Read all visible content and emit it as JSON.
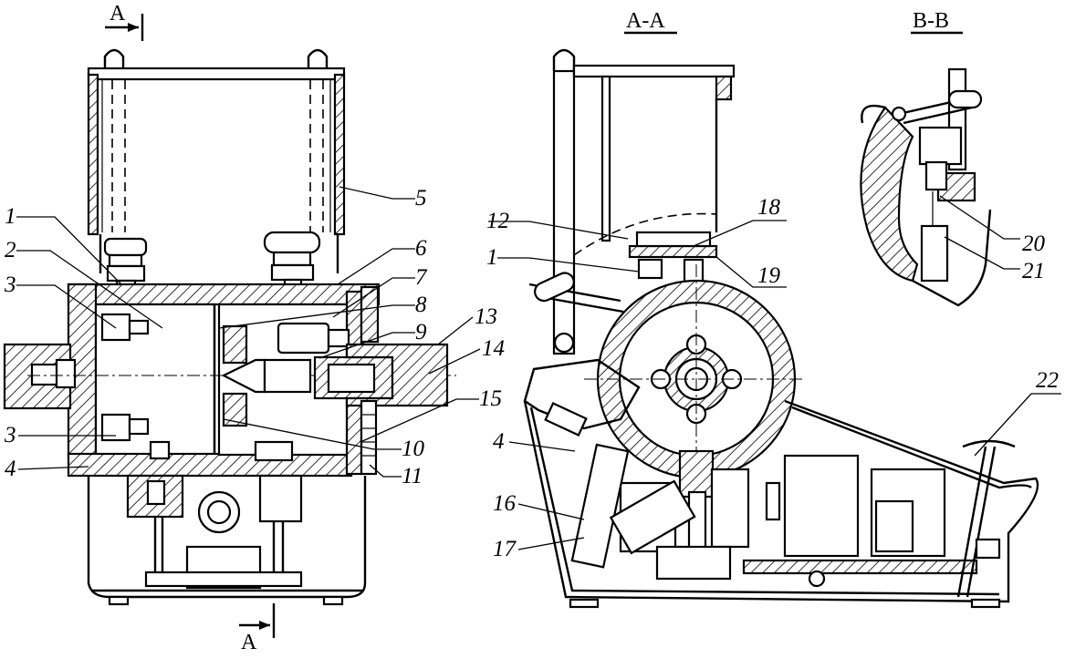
{
  "views": {
    "front": {
      "arrow_top": "A",
      "arrow_bottom": "A"
    },
    "section_aa": {
      "title": "A-A"
    },
    "section_bb": {
      "title": "B-B"
    }
  },
  "callouts": {
    "front_left": [
      "1",
      "2",
      "3",
      "3",
      "4"
    ],
    "front_right": [
      "5",
      "6",
      "7",
      "8",
      "9",
      "13",
      "14",
      "15",
      "10",
      "11"
    ],
    "section_aa": [
      "12",
      "18",
      "1",
      "19",
      "4",
      "16",
      "17",
      "22"
    ],
    "section_bb": [
      "20",
      "21"
    ]
  }
}
